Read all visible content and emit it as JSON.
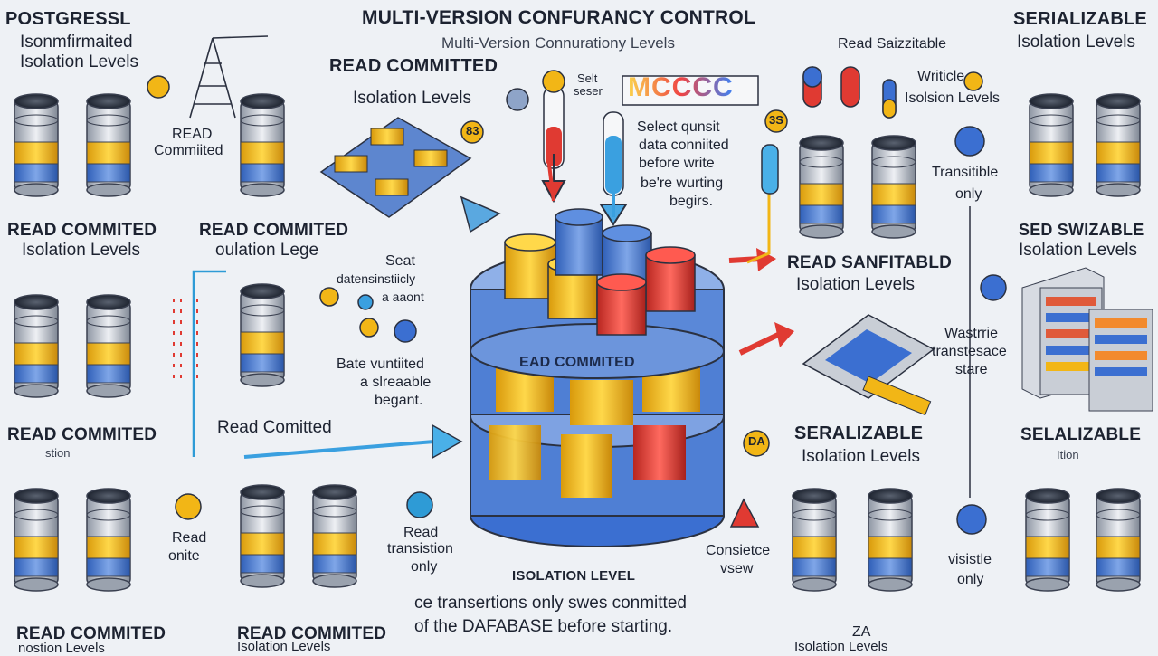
{
  "header": {
    "title": "MULTI-VERSION CONFURANCY CONTROL",
    "subtitle": "Multi-Version Connurationy Levels",
    "logo_text": "MCCCC"
  },
  "left_header": {
    "line1": "POSTGRESSL",
    "line2": "Isonmfirmaited",
    "line3": "Isolation Levels"
  },
  "right_header": {
    "line1": "SERIALIZABLE",
    "line2": "Isolation Levels",
    "read": "Read Saizzitable"
  },
  "labels": {
    "read_committed_top": "READ COMMITTED",
    "isolation_levels_top": "Isolation Levels",
    "read_commited_small_1": "READ",
    "read_commited_small_2": "Commiited",
    "rc_l_1": "READ COMMITED",
    "rc_l_2": "Isolation Levels",
    "rc_m_1": "READ COMMITED",
    "rc_m_2": "oulation Lege",
    "rc_mid_left": "READ COMMITED",
    "rc_mid_left_sub": "stion",
    "rc_mid_center": "Read Comitted",
    "rc_bot_l_1": "READ COMMITED",
    "rc_bot_l_2": "nostion Levels",
    "rc_bot_m_1": "READ COMMITED",
    "rc_bot_m_2": "Isolation Levels",
    "seat_1": "Seat",
    "seat_2": "datensinstiicly",
    "seat_3": "a  aaont",
    "bate_1": "Bate  vuntiited",
    "bate_2": "a  slreaable",
    "bate_3": "begant.",
    "read_onite_1": "Read",
    "read_onite_2": "onite",
    "read_trans_1": "Read",
    "read_trans_2": "transistion",
    "read_trans_3": "only",
    "select_1": "Select qunsit",
    "select_2": "data conniited",
    "select_3": "before write",
    "select_4": "be're wurting",
    "select_5": "begirs.",
    "sel_small_1": "Selt",
    "sel_small_2": "seser",
    "disk_label": "EAD COMMITED",
    "isolation_level": "ISOLATION LEVEL",
    "desc_1": "ce transertions only swes conmitted",
    "desc_2": "of the DAFABASE  before starting.",
    "writicle_1": "Writicle",
    "writicle_2": "Isolsion Levels",
    "transitible_1": "Transitible",
    "transitible_2": "only",
    "sed_1": "SED SWIZABLE",
    "sed_2": "Isolation Levels",
    "read_sanfit_1": "READ SANFITABLD",
    "read_sanfit_2": "Isolation Levels",
    "wasterie_1": "Wastrrie",
    "wasterie_2": "transtesace",
    "wasterie_3": "stare",
    "serializable_mid_1": "SERALIZABLE",
    "serializable_mid_2": "Isolation Levels",
    "serializable_right": "SELALIZABLE",
    "serializable_right_sub": "Ition",
    "consistence_1": "Consietce",
    "consistence_2": "vsew",
    "visible_1": "visistle",
    "visible_2": "only",
    "za": "ZA",
    "isolation_bottom": "Isolation Levels",
    "badge_a": "DA",
    "badge_b": "3S",
    "badge_c": "83"
  },
  "colors": {
    "blue": "#3b6fd1",
    "gold": "#f2b616",
    "red": "#e03a32",
    "silver": "#b9bfc9",
    "dark": "#2b3140",
    "bg": "#eef1f5"
  }
}
